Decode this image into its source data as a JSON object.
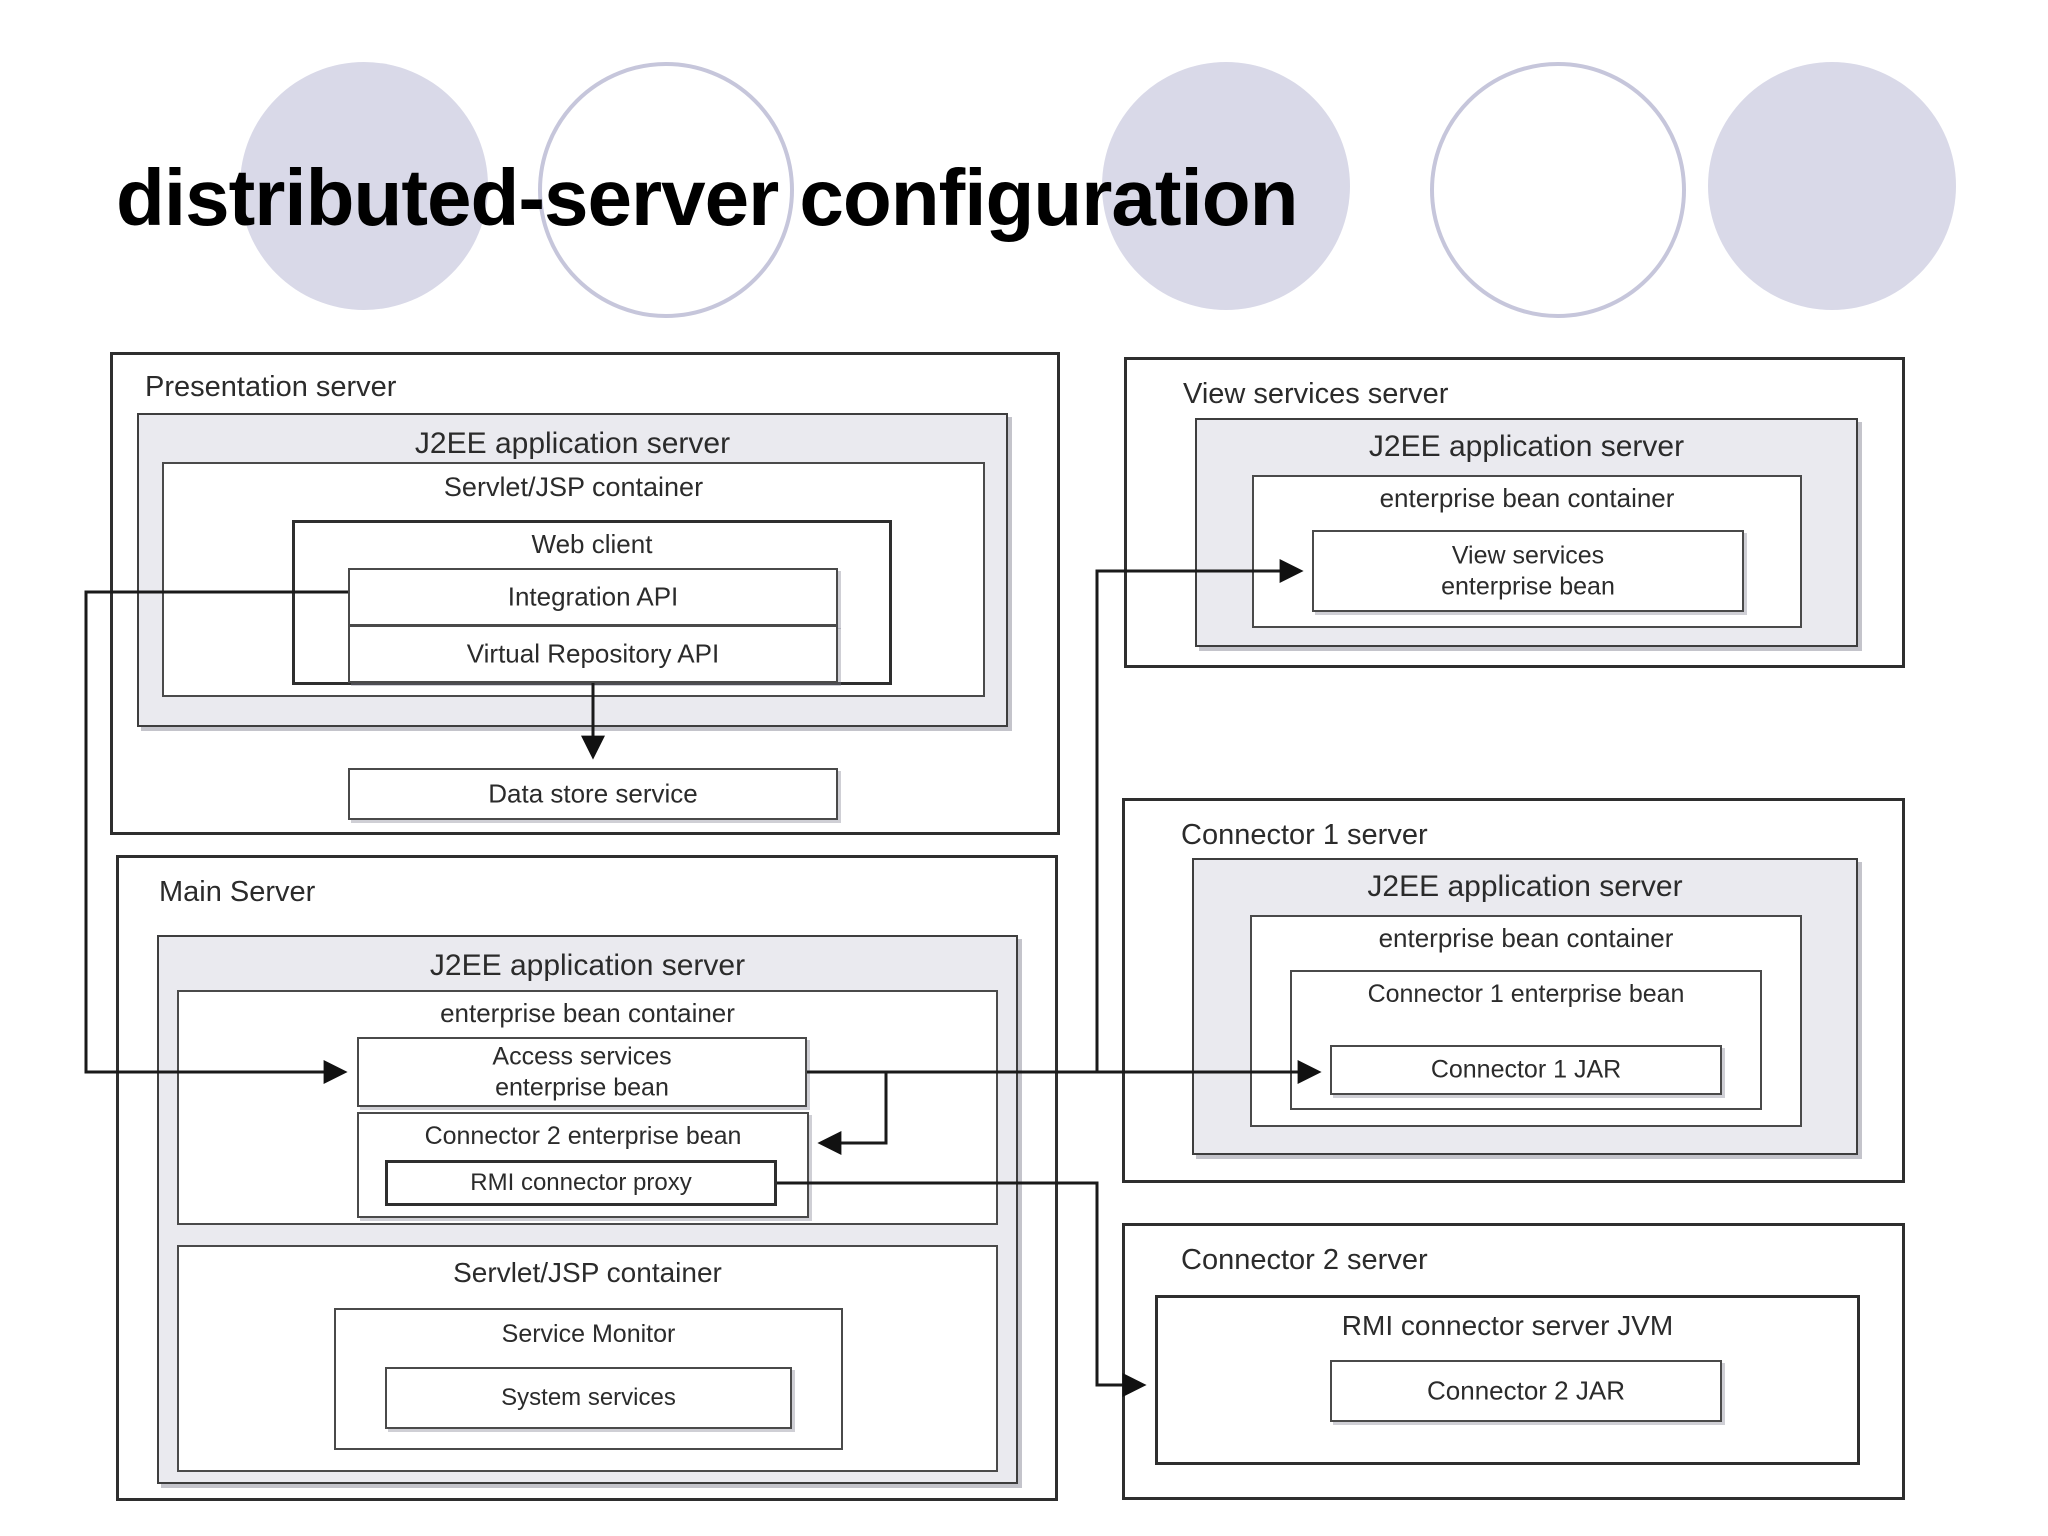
{
  "title": "distributed-server configuration",
  "colors": {
    "circle_fill": "#d9d9e8",
    "circle_outline": "#c6c6db",
    "box_gray": "#eaeaef",
    "line": "#1a1a1a"
  },
  "common": {
    "j2ee_label": "J2EE application server",
    "servlet_label": "Servlet/JSP container",
    "ebc_label": "enterprise bean container"
  },
  "servers": {
    "presentation": {
      "label": "Presentation server",
      "web_client": "Web client",
      "integration_api": "Integration API",
      "virtual_repository_api": "Virtual Repository API",
      "data_store": "Data store service"
    },
    "main": {
      "label": "Main Server",
      "access_bean": {
        "line1": "Access services",
        "line2": "enterprise bean"
      },
      "connector2_bean": "Connector 2 enterprise bean",
      "rmi_proxy": "RMI connector proxy",
      "service_monitor": "Service Monitor",
      "system_services": "System services"
    },
    "view": {
      "label": "View services server",
      "bean": {
        "line1": "View services",
        "line2": "enterprise bean"
      }
    },
    "connector1": {
      "label": "Connector 1 server",
      "bean": "Connector 1 enterprise bean",
      "jar": "Connector 1 JAR"
    },
    "connector2": {
      "label": "Connector 2 server",
      "jvm": "RMI connector server JVM",
      "jar": "Connector 2 JAR"
    }
  },
  "connections": [
    {
      "from": "Integration API",
      "to": "Access services enterprise bean"
    },
    {
      "from": "Virtual Repository API",
      "to": "Data store service"
    },
    {
      "from": "Access services enterprise bean",
      "to": "View services enterprise bean"
    },
    {
      "from": "Access services enterprise bean",
      "to": "Connector 1 JAR"
    },
    {
      "from": "Access services enterprise bean",
      "to": "Connector 2 enterprise bean"
    },
    {
      "from": "RMI connector proxy",
      "to": "RMI connector server JVM"
    }
  ]
}
